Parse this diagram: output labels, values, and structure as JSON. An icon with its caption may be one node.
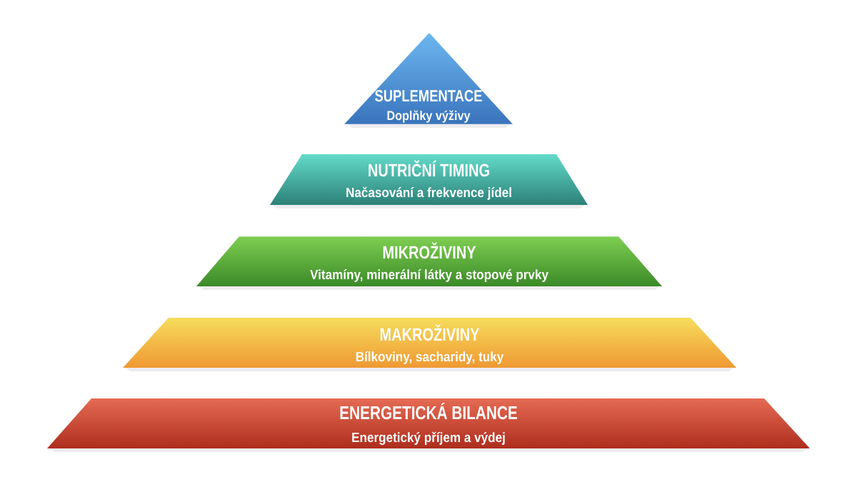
{
  "diagram": {
    "nodes": [
      {
        "text": [
          "SUPLEMENTACE",
          "Doplňky výživy"
        ]
      },
      {
        "text": [
          "NUTRIČNÍ TIMING",
          "Načasování a frekvence jídel"
        ]
      },
      {
        "text": [
          "MIKROŽIVINY",
          "Vitamíny, minerální látky a stopové prvky"
        ]
      },
      {
        "text": [
          "MAKROŽIVINY",
          "Bílkoviny, sacharidy, tuky"
        ]
      },
      {
        "text": [
          "ENERGETICKÁ BILANCE",
          "Energetický příjem a výdej"
        ]
      }
    ]
  }
}
